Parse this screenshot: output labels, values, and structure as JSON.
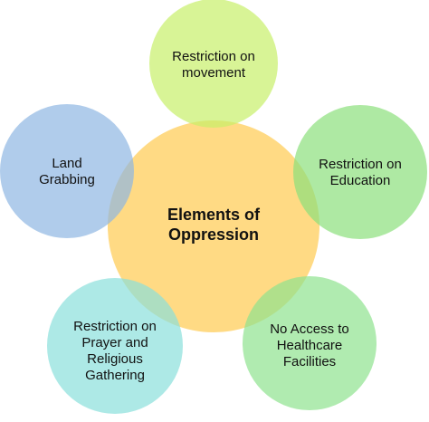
{
  "center": {
    "label": "Elements of\nOppression",
    "color": "#FFD36E"
  },
  "nodes": [
    {
      "id": "movement",
      "label": "Restriction on\nmovement",
      "color": "#C7EF6A"
    },
    {
      "id": "education",
      "label": "Restriction on\nEducation",
      "color": "#8BE07C"
    },
    {
      "id": "healthcare",
      "label": "No Access to\nHealthcare\nFacilities",
      "color": "#8FE28E"
    },
    {
      "id": "prayer",
      "label": "Restriction on\nPrayer and\nReligious\nGathering",
      "color": "#8AE0DC"
    },
    {
      "id": "land",
      "label": "Land\nGrabbing",
      "color": "#8FB7E2"
    }
  ]
}
